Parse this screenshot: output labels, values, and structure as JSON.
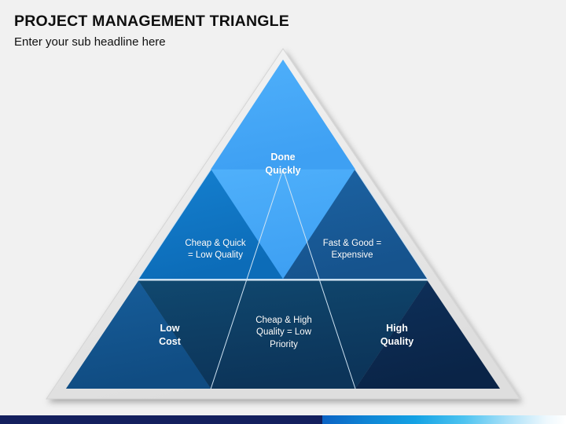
{
  "header": {
    "title": "PROJECT MANAGEMENT TRIANGLE",
    "subtitle": "Enter your sub headline here"
  },
  "diagram": {
    "type": "triangle-pyramid",
    "shape_name": "project-management-triangle",
    "frame_color": "#e8e8e8",
    "frame_edge_color": "#d2d2d2",
    "divider_color": "#cfe3f3",
    "background_color": "#f1f1f1",
    "cells": [
      {
        "id": "done-quickly",
        "label": "Done\nQuickly",
        "weight": "bold",
        "color": "#42a5f5",
        "position": "apex"
      },
      {
        "id": "cheap-and-quick",
        "label": "Cheap & Quick\n= Low Quality",
        "weight": "regular",
        "color": "#1076c4",
        "position": "middle-left"
      },
      {
        "id": "fast-and-good",
        "label": "Fast & Good =\nExpensive",
        "weight": "regular",
        "color": "#1a5b98",
        "position": "middle-right"
      },
      {
        "id": "low-cost",
        "label": "Low\nCost",
        "weight": "bold",
        "color": "#14558f",
        "position": "bottom-left"
      },
      {
        "id": "cheap-and-high-quality",
        "label": "Cheap & High\nQuality = Low\nPriority",
        "weight": "regular",
        "color": "#0e3f6b",
        "position": "bottom-center"
      },
      {
        "id": "high-quality",
        "label": "High\nQuality",
        "weight": "bold",
        "color": "#0c2b50",
        "position": "bottom-right"
      }
    ]
  },
  "footer": {
    "bar_solid_color": "#14205e",
    "bar_gradient_from": "#0b63c4",
    "bar_gradient_to": "#ffffff"
  }
}
